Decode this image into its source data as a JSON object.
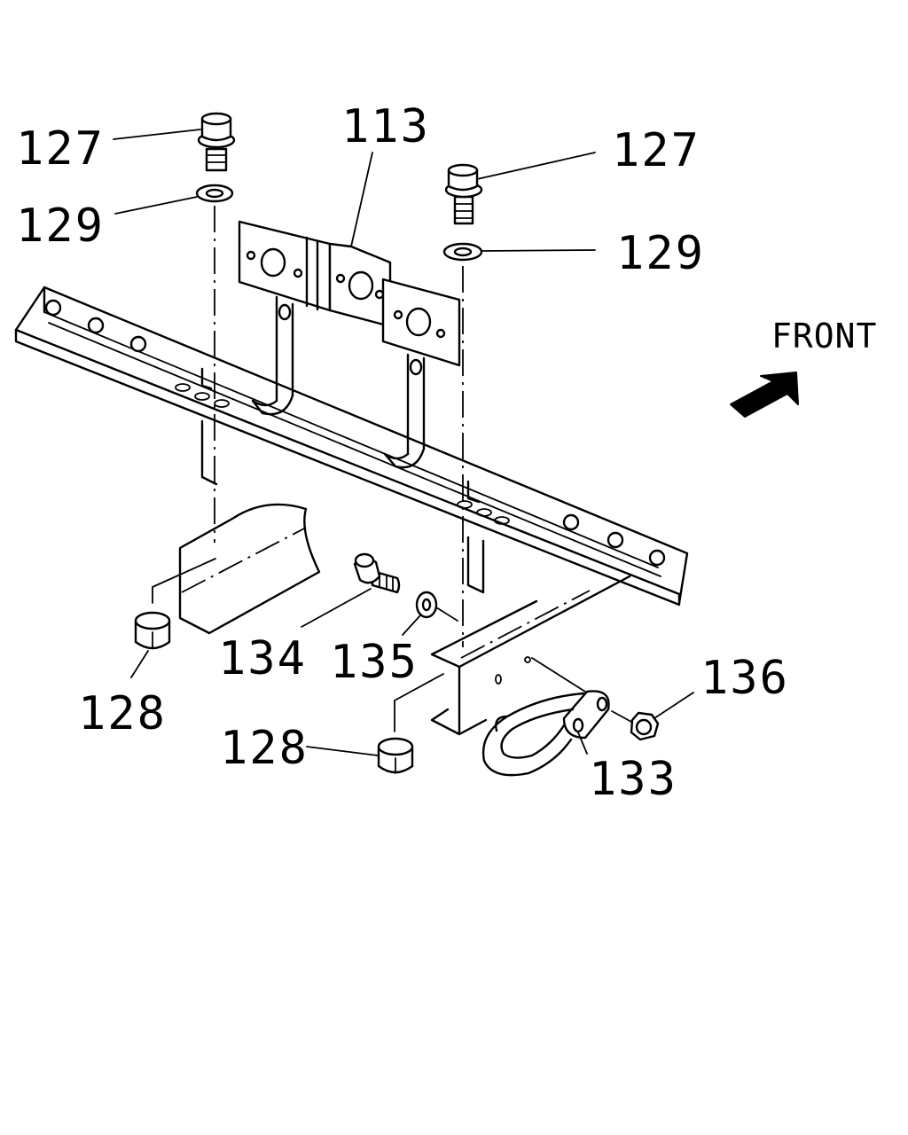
{
  "callouts": {
    "c113": "113",
    "c127_left": "127",
    "c127_right": "127",
    "c129_left": "129",
    "c129_right": "129",
    "c128_left": "128",
    "c128_bottom": "128",
    "c134": "134",
    "c135": "135",
    "c136": "136",
    "c133": "133"
  },
  "direction_label": "FRONT",
  "icons": {
    "direction_arrow": "arrow-up-right-icon"
  }
}
